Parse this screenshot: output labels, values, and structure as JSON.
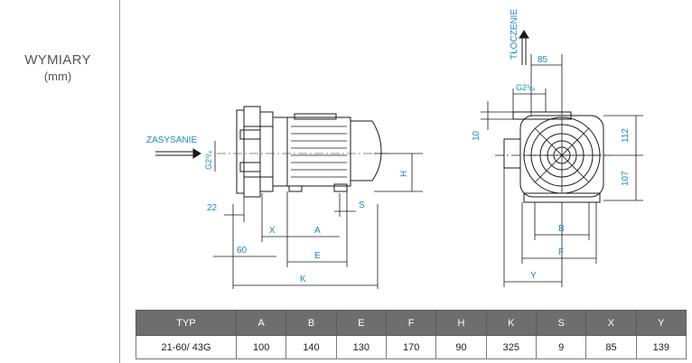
{
  "heading": {
    "title": "WYMIARY",
    "unit": "(mm)"
  },
  "labels": {
    "suction": "ZASYSANIE",
    "discharge": "TŁOCZENIE",
    "thread_side": "G2³/₄",
    "thread_top": "G2³/₄"
  },
  "dimension_marks": {
    "d22": "22",
    "d60": "60",
    "X": "X",
    "A": "A",
    "E": "E",
    "K": "K",
    "S": "S",
    "H": "H",
    "d85": "85",
    "d10": "10",
    "d112": "112",
    "d107": "107",
    "B": "B",
    "F": "F",
    "Y": "Y"
  },
  "table": {
    "headers": [
      "TYP",
      "A",
      "B",
      "E",
      "F",
      "H",
      "K",
      "S",
      "X",
      "Y"
    ],
    "rows": [
      [
        "21-60/ 43G",
        "100",
        "140",
        "130",
        "170",
        "90",
        "325",
        "9",
        "85",
        "139"
      ]
    ]
  },
  "colors": {
    "dimension": "#1a8ac4",
    "header_bg": "#6e6e6e",
    "line": "#1a1a1a"
  }
}
